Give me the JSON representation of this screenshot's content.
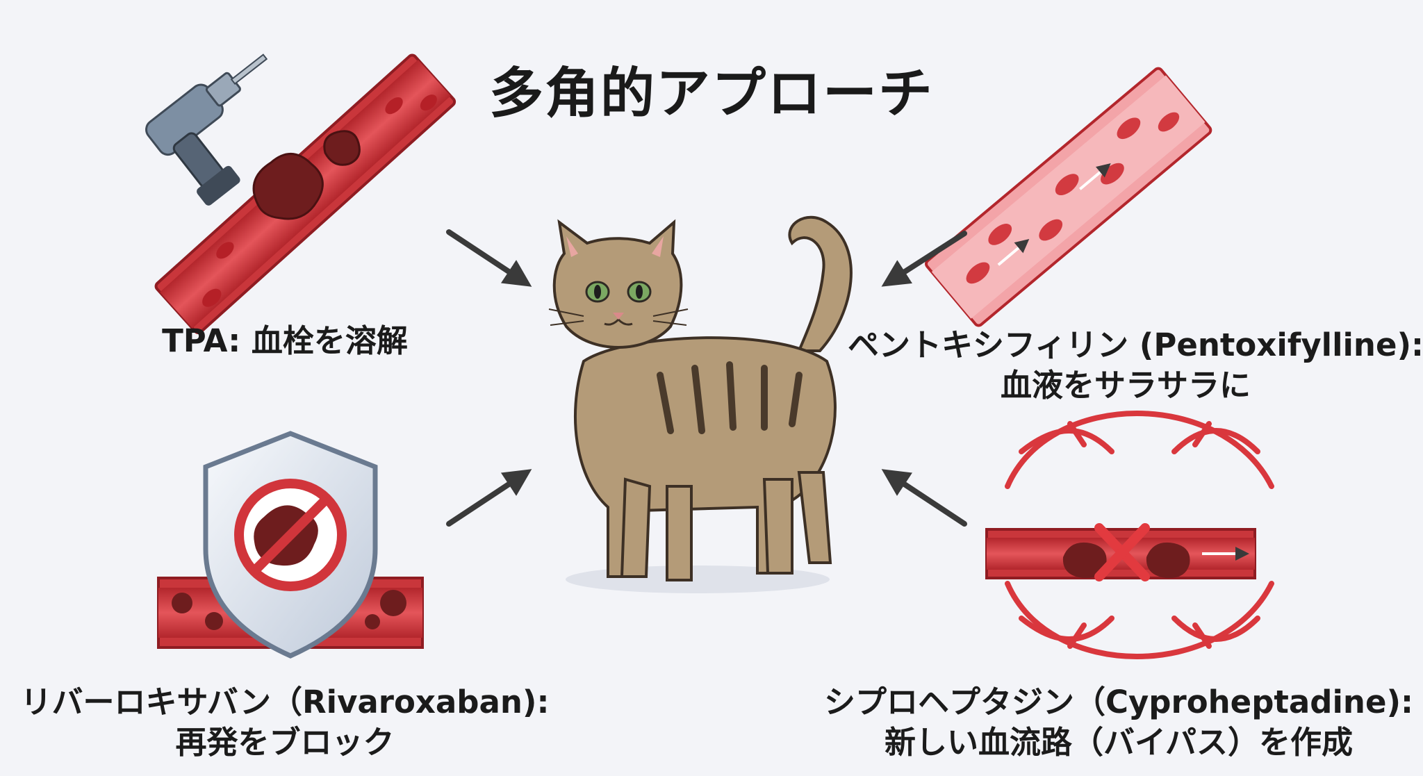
{
  "title": "多角的アプローチ",
  "approaches": [
    {
      "id": "tpa",
      "lines": [
        "TPA: 血栓を溶解"
      ],
      "icon": "drill-dissolving-clot-icon"
    },
    {
      "id": "pentoxifylline",
      "lines": [
        "ペントキシフィリン (Pentoxifylline):",
        "血液をサラサラに"
      ],
      "icon": "smooth-blood-flow-icon"
    },
    {
      "id": "rivaroxaban",
      "lines": [
        "リバーロキサバン（Rivaroxaban):",
        "再発をブロック"
      ],
      "icon": "shield-block-clot-icon"
    },
    {
      "id": "cyproheptadine",
      "lines": [
        "シプロヘプタジン（Cyproheptadine):",
        "新しい血流路（バイパス）を作成"
      ],
      "icon": "collateral-vessel-bypass-icon"
    }
  ],
  "center": {
    "icon": "tabby-cat-icon"
  },
  "colors": {
    "vessel": "#d9373d",
    "vessel_dark": "#a81f26",
    "clot": "#6e1d1e",
    "arrow": "#3a3a3a",
    "cat": "#b49b78"
  }
}
